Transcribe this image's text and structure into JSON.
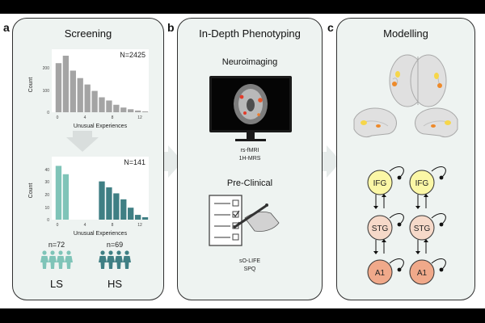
{
  "panels": {
    "a": {
      "letter": "a",
      "title": "Screening"
    },
    "b": {
      "letter": "b",
      "title": "In-Depth Phenotyping"
    },
    "c": {
      "letter": "c",
      "title": "Modelling"
    }
  },
  "screening": {
    "hist1": {
      "n_label": "N=2425",
      "ylabel": "Count",
      "xlabel": "Unusual Experiences",
      "yticks": [
        "0",
        "100",
        "200"
      ],
      "xticks": [
        "0",
        "4",
        "8",
        "12"
      ]
    },
    "hist2": {
      "n_label": "N=141",
      "ylabel": "Count",
      "xlabel": "Unusual Experiences",
      "yticks": [
        "0",
        "10",
        "20",
        "30",
        "40"
      ],
      "xticks": [
        "0",
        "4",
        "8",
        "12"
      ]
    },
    "groups": [
      {
        "n": "n=72",
        "label": "LS",
        "color": "#7fc4b8"
      },
      {
        "n": "n=69",
        "label": "HS",
        "color": "#3f7f84"
      }
    ]
  },
  "phenotyping": {
    "neuro_title": "Neuroimaging",
    "neuro_items": [
      "rs-fMRI",
      "1H-MRS"
    ],
    "clinical_title": "Pre-Clinical",
    "clinical_items": [
      "sO-LIFE",
      "SPQ"
    ]
  },
  "modelling": {
    "nodes": [
      "IFG",
      "STG",
      "A1"
    ],
    "node_colors": {
      "IFG": "#fbf7a6",
      "STG": "#f6d9c9",
      "A1": "#f0a98a"
    }
  },
  "chart_data": [
    {
      "type": "bar",
      "n_label": "N=2425",
      "xlabel": "Unusual Experiences",
      "ylabel": "Count",
      "x": [
        0,
        1,
        2,
        3,
        4,
        5,
        6,
        7,
        8,
        9,
        10,
        11,
        12
      ],
      "values": [
        230,
        265,
        195,
        160,
        130,
        100,
        70,
        55,
        35,
        22,
        14,
        8,
        4
      ],
      "ylim": [
        0,
        280
      ],
      "color": "#a4a4a4"
    },
    {
      "type": "bar",
      "n_label": "N=141",
      "xlabel": "Unusual Experiences",
      "ylabel": "Count",
      "x": [
        0,
        1,
        2,
        3,
        4,
        5,
        6,
        7,
        8,
        9,
        10,
        11,
        12
      ],
      "series": [
        {
          "values": [
            45,
            38,
            0,
            0,
            0,
            0,
            0,
            0,
            0,
            0,
            0,
            0,
            0
          ],
          "color": "#7fc4b8"
        },
        {
          "values": [
            0,
            0,
            0,
            0,
            0,
            0,
            32,
            27,
            22,
            17,
            10,
            4,
            2
          ],
          "color": "#3f7f84"
        }
      ],
      "ylim": [
        0,
        50
      ]
    }
  ]
}
